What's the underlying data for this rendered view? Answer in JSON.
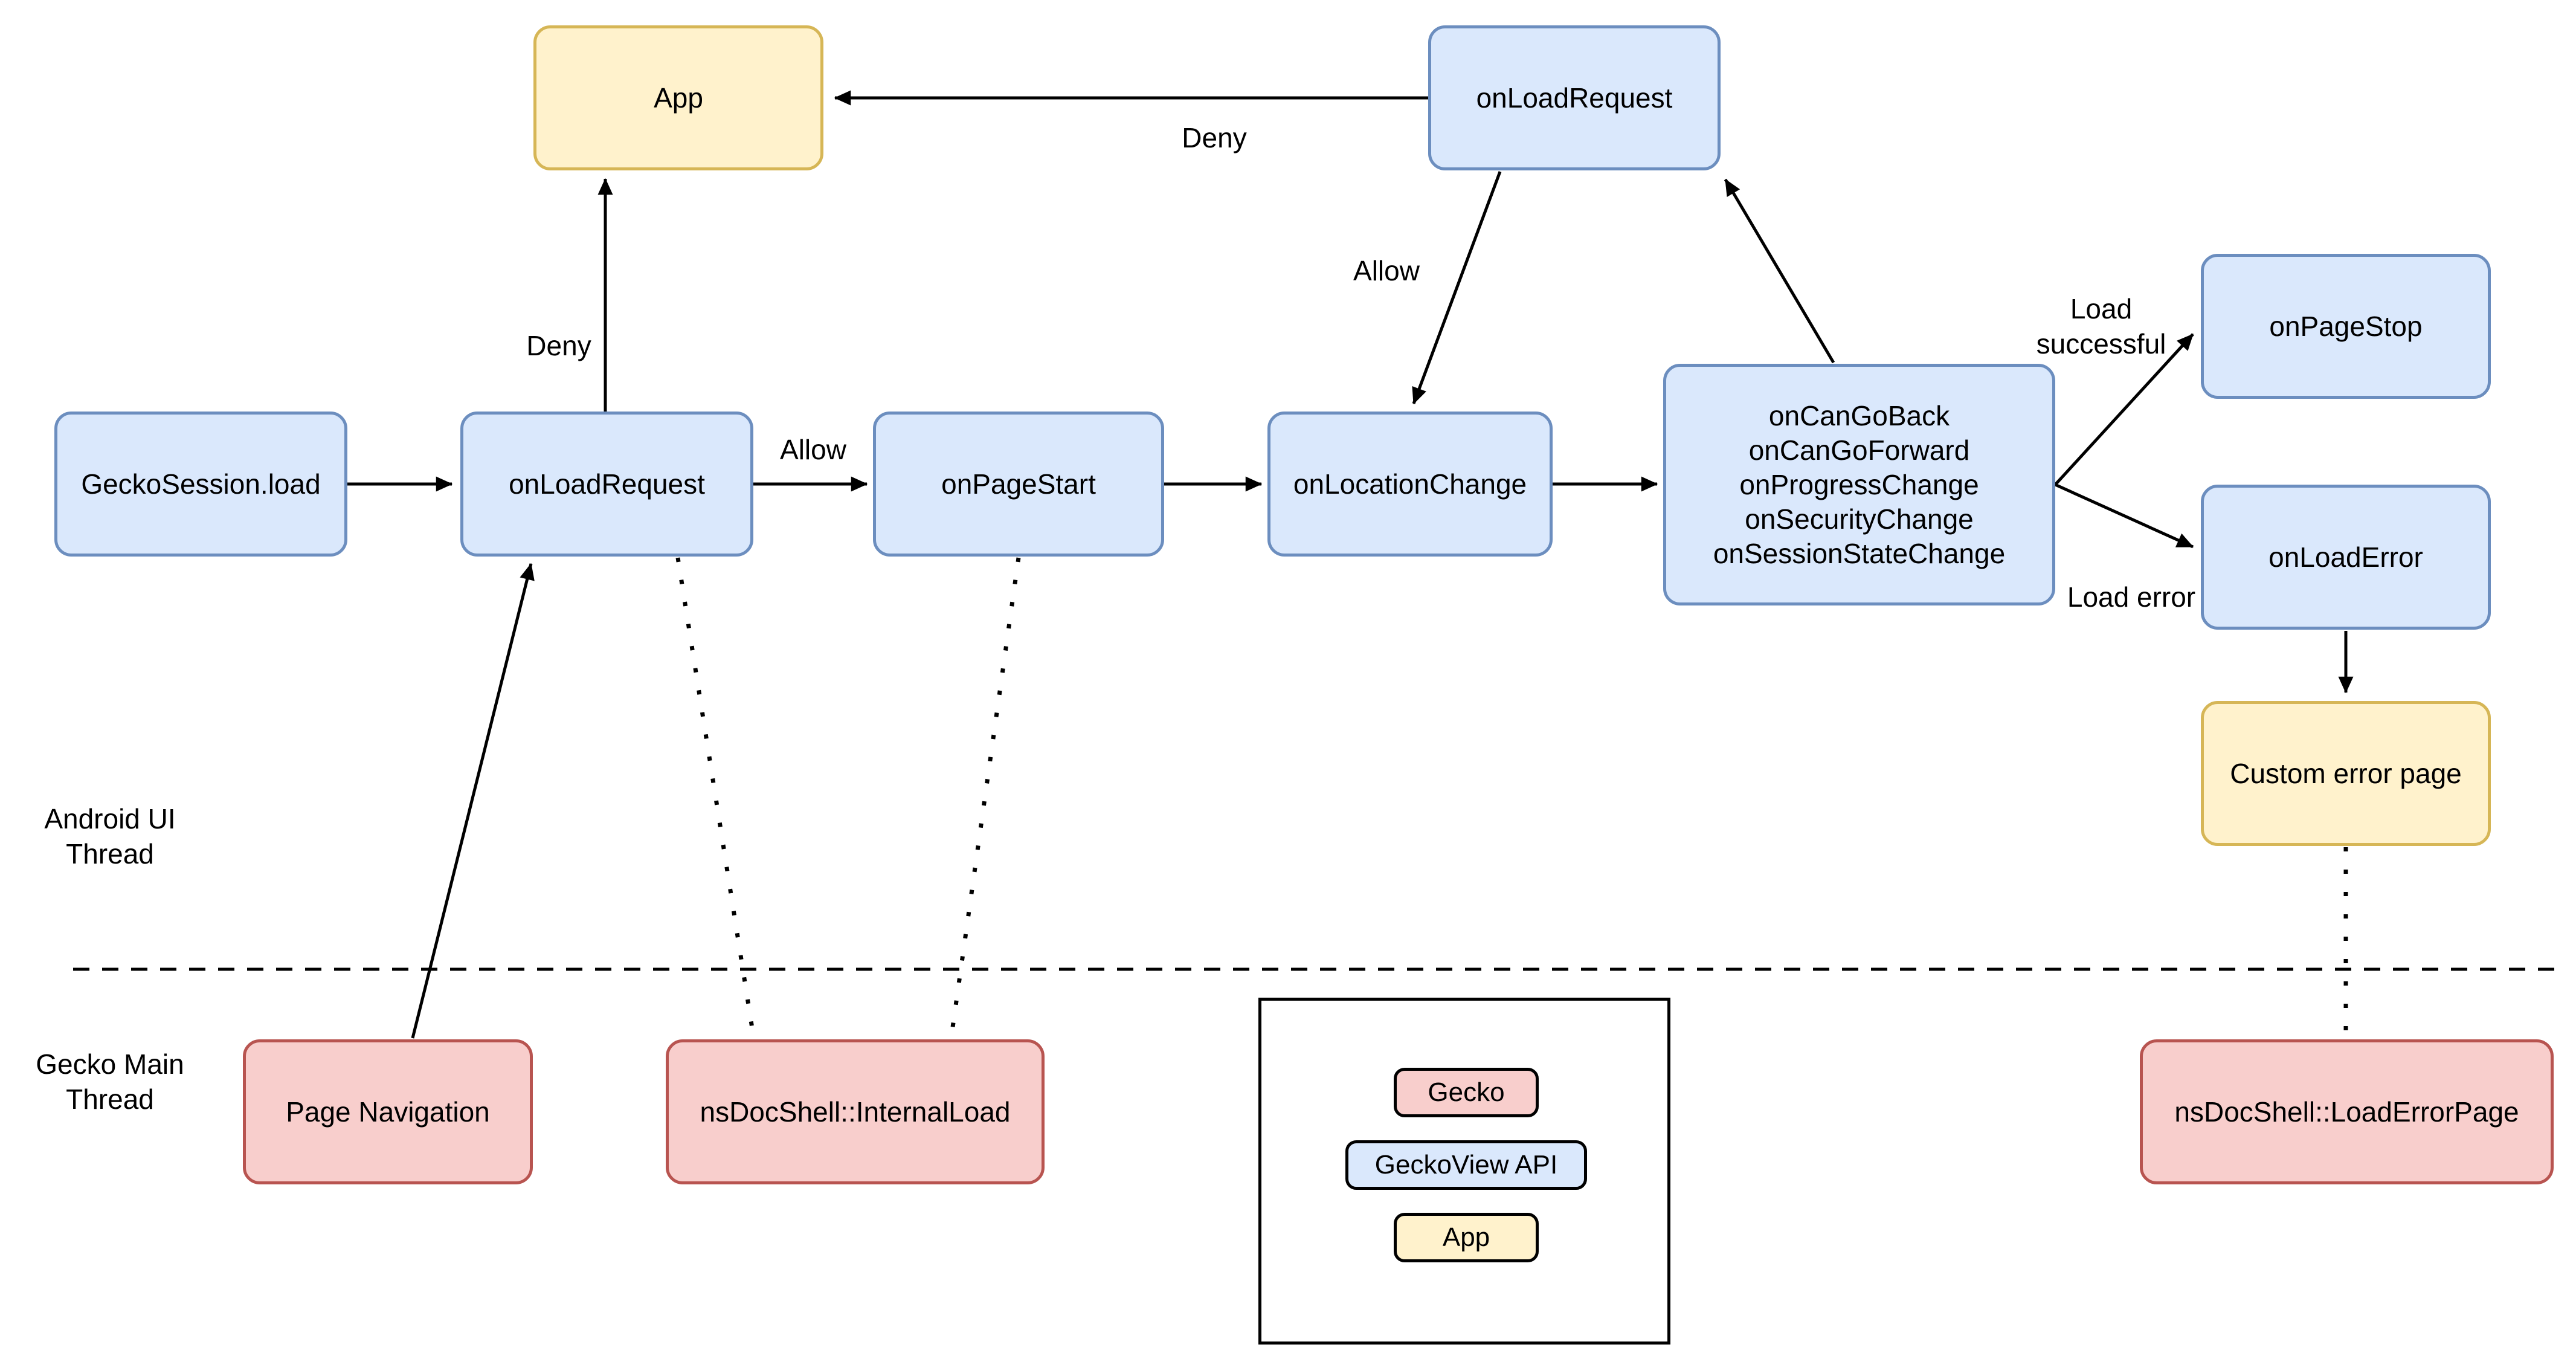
{
  "palette": {
    "geckoview_api_fill": "#DAE8FC",
    "geckoview_api_stroke": "#6C8EBF",
    "app_fill": "#FFF2CC",
    "app_stroke": "#D6B656",
    "gecko_fill": "#F8CECC",
    "gecko_stroke": "#B85450"
  },
  "nodes": {
    "gecko_session_load": {
      "label": "GeckoSession.load"
    },
    "on_load_request_main": {
      "label": "onLoadRequest"
    },
    "on_page_start": {
      "label": "onPageStart"
    },
    "on_location_change": {
      "label": "onLocationChange"
    },
    "state_change_group": {
      "lines": [
        "onCanGoBack",
        "onCanGoForward",
        "onProgressChange",
        "onSecurityChange",
        "onSessionStateChange"
      ]
    },
    "app_top": {
      "label": "App"
    },
    "on_load_request_top": {
      "label": "onLoadRequest"
    },
    "on_page_stop": {
      "label": "onPageStop"
    },
    "on_load_error": {
      "label": "onLoadError"
    },
    "custom_error_page": {
      "label": "Custom error page"
    },
    "page_navigation": {
      "label": "Page Navigation"
    },
    "ns_docshell_internal_load": {
      "label": "nsDocShell::InternalLoad"
    },
    "ns_docshell_load_error_page": {
      "label": "nsDocShell::LoadErrorPage"
    }
  },
  "edge_labels": {
    "deny_vertical": "Deny",
    "deny_horizontal": "Deny",
    "allow_main": "Allow",
    "allow_top": "Allow",
    "load_successful_line1": "Load",
    "load_successful_line2": "successful",
    "load_error": "Load error"
  },
  "lane_labels": {
    "android_ui_line1": "Android UI",
    "android_ui_line2": "Thread",
    "gecko_main_line1": "Gecko Main",
    "gecko_main_line2": "Thread"
  },
  "legend": {
    "items": [
      {
        "label": "Gecko"
      },
      {
        "label": "GeckoView API"
      },
      {
        "label": "App"
      }
    ]
  }
}
